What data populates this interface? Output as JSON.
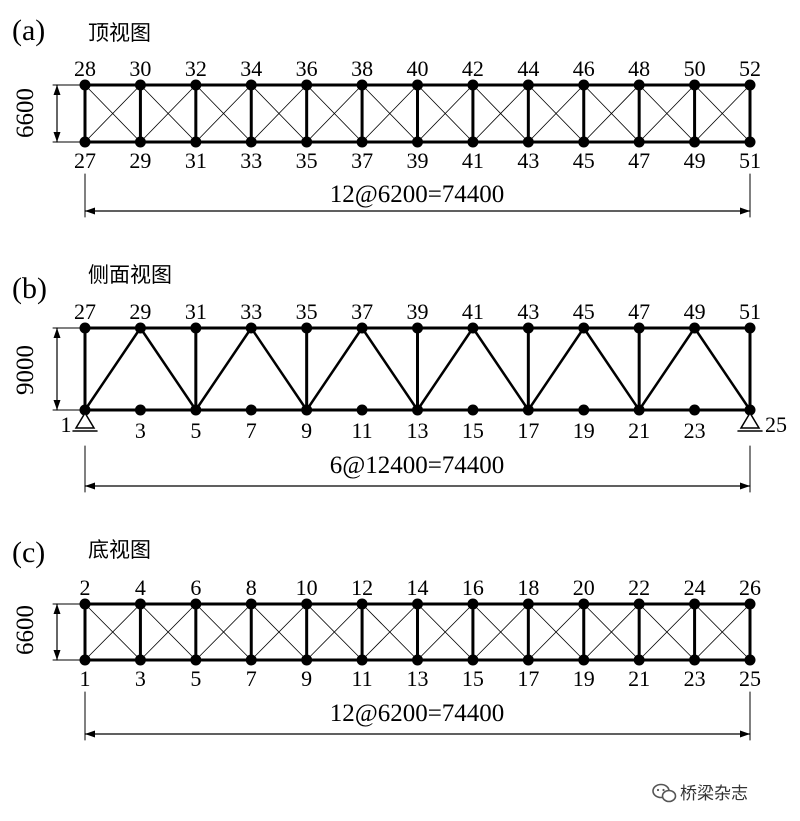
{
  "panels": [
    {
      "id": "top",
      "label": "(a)",
      "title": "顶视图",
      "type": "plan",
      "height_label": "6600",
      "top_nodes": [
        "28",
        "30",
        "32",
        "34",
        "36",
        "38",
        "40",
        "42",
        "44",
        "46",
        "48",
        "50",
        "52"
      ],
      "bottom_nodes": [
        "27",
        "29",
        "31",
        "33",
        "35",
        "37",
        "39",
        "41",
        "43",
        "45",
        "47",
        "49",
        "51"
      ],
      "span_label": "12@6200=74400"
    },
    {
      "id": "side",
      "label": "(b)",
      "title": "侧面视图",
      "type": "elevation",
      "height_label": "9000",
      "top_nodes": [
        "27",
        "29",
        "31",
        "33",
        "35",
        "37",
        "39",
        "41",
        "43",
        "45",
        "47",
        "49",
        "51"
      ],
      "bottom_nodes": [
        "1",
        "3",
        "5",
        "7",
        "9",
        "11",
        "13",
        "15",
        "17",
        "19",
        "21",
        "23",
        "25"
      ],
      "span_label": "6@12400=74400"
    },
    {
      "id": "bottom",
      "label": "(c)",
      "title": "底视图",
      "type": "plan",
      "height_label": "6600",
      "top_nodes": [
        "2",
        "4",
        "6",
        "8",
        "10",
        "12",
        "14",
        "16",
        "18",
        "20",
        "22",
        "24",
        "26"
      ],
      "bottom_nodes": [
        "1",
        "3",
        "5",
        "7",
        "9",
        "11",
        "13",
        "15",
        "17",
        "19",
        "21",
        "23",
        "25"
      ],
      "span_label": "12@6200=74400"
    }
  ],
  "watermark": {
    "icon": "wechat-icon",
    "text": "桥梁杂志"
  },
  "colors": {
    "line": "#000000",
    "background": "#ffffff"
  }
}
